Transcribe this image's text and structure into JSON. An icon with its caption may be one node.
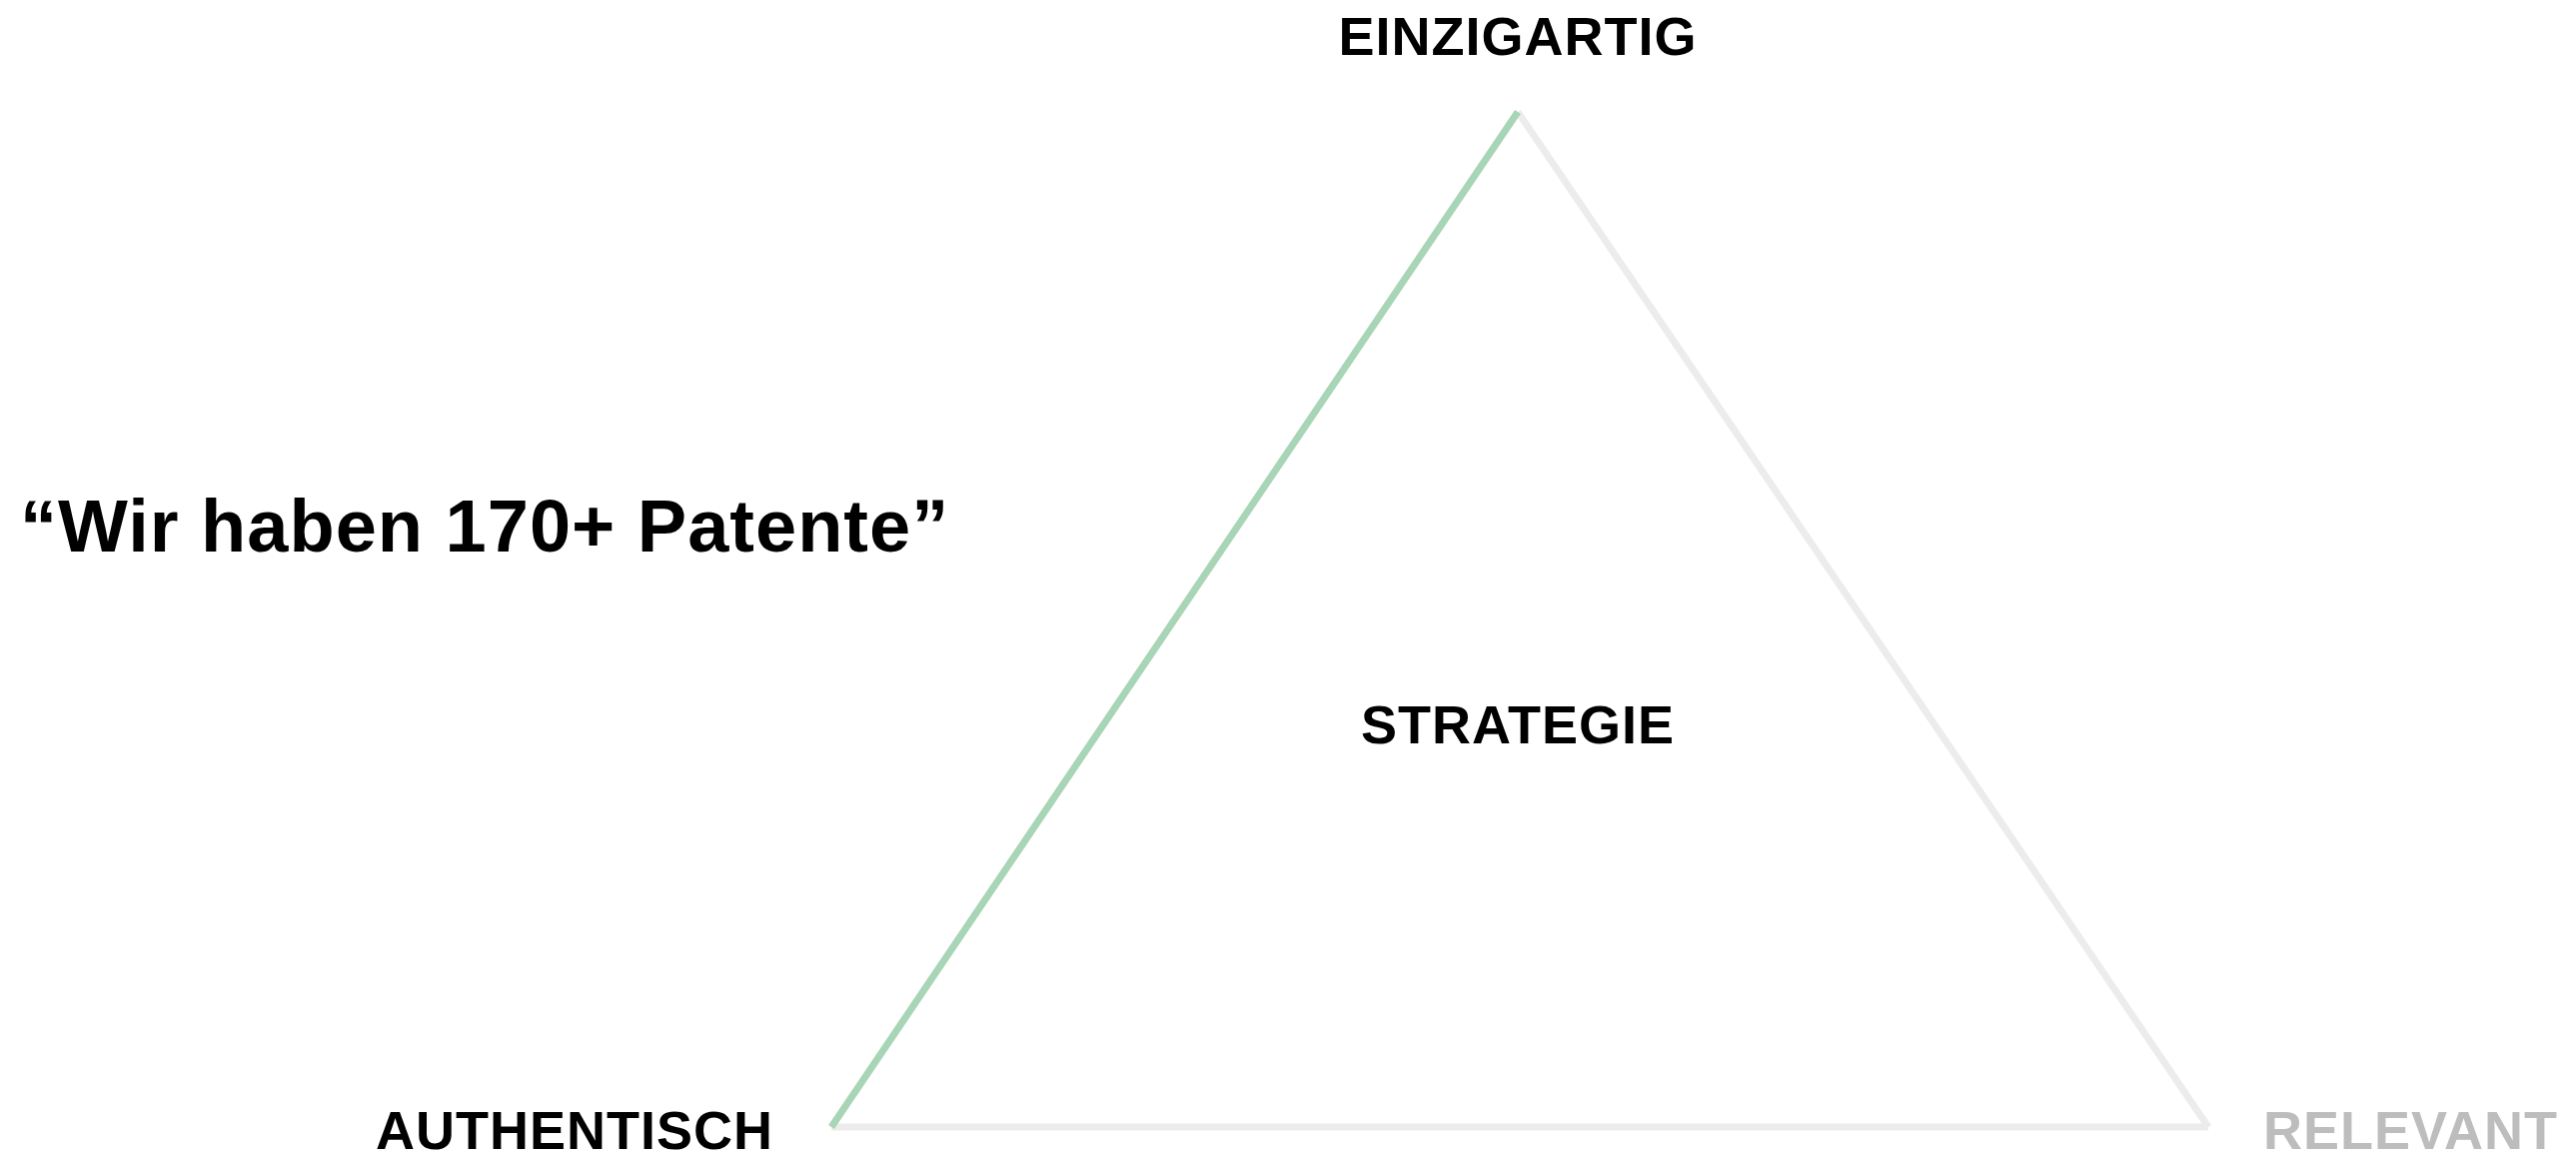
{
  "diagram": {
    "nodes": [
      {
        "text": [
          "EINZIGARTIG"
        ]
      },
      {
        "text": [
          "AUTHENTISCH"
        ]
      },
      {
        "text": [
          "RELEVANT"
        ]
      }
    ],
    "edges": [
      {
        "from": 1,
        "to": 0,
        "arrow": "none",
        "color": "#a8d5b5"
      },
      {
        "from": 0,
        "to": 2,
        "arrow": "none"
      },
      {
        "from": 1,
        "to": 2,
        "arrow": "none"
      }
    ],
    "labels": [
      "“Wir haben 170+ Patente”",
      "STRATEGIE"
    ]
  }
}
